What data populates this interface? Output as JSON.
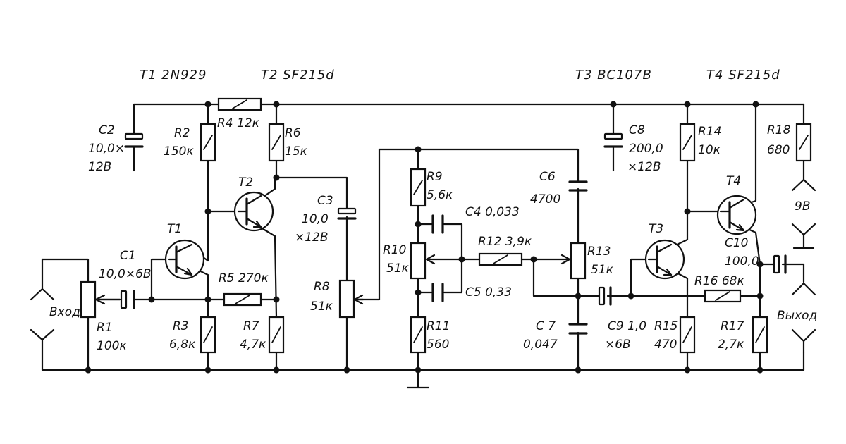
{
  "headers": {
    "t1": "T1 2N929",
    "t2": "T2 SF215d",
    "t3": "T3 BC107B",
    "t4": "T4 SF215d"
  },
  "components": {
    "c2": [
      "C2",
      "10,0×",
      "12B"
    ],
    "r2": [
      "R2",
      "150к"
    ],
    "r4": [
      "R4 12к"
    ],
    "r6": [
      "R6",
      "15к"
    ],
    "t2": [
      "T2"
    ],
    "t1": [
      "T1"
    ],
    "c1": [
      "C1",
      "10,0×6B"
    ],
    "r5": [
      "R5 270к"
    ],
    "r1": [
      "R1",
      "100к"
    ],
    "r3": [
      "R3",
      "6,8к"
    ],
    "r7": [
      "R7",
      "4,7к"
    ],
    "c3": [
      "C3",
      "10,0",
      "×12B"
    ],
    "r8": [
      "R8",
      "51к"
    ],
    "r9": [
      "R9",
      "5,6к"
    ],
    "c4": [
      "C4 0,033"
    ],
    "r10": [
      "R10",
      "51к"
    ],
    "r12": [
      "R12  3,9к"
    ],
    "c5": [
      "C5 0,33"
    ],
    "r11": [
      "R11",
      "560"
    ],
    "c6": [
      "C6",
      "4700"
    ],
    "r13": [
      "R13",
      "51к"
    ],
    "c7": [
      "C 7",
      "0,047"
    ],
    "c8": [
      "C8",
      "200,0",
      "×12B"
    ],
    "r14": [
      "R14",
      "10к"
    ],
    "t3": [
      "T3"
    ],
    "c9": [
      "C9 1,0",
      "×6B"
    ],
    "r15": [
      "R15",
      "470"
    ],
    "r18": [
      "R18",
      "680"
    ],
    "t4": [
      "T4"
    ],
    "c10": [
      "C10",
      "100,0"
    ],
    "r16": [
      "R16 68к"
    ],
    "r17": [
      "R17",
      "2,7к"
    ]
  },
  "terminals": {
    "input": "Вход",
    "supply": "9B",
    "output": "Выход"
  }
}
